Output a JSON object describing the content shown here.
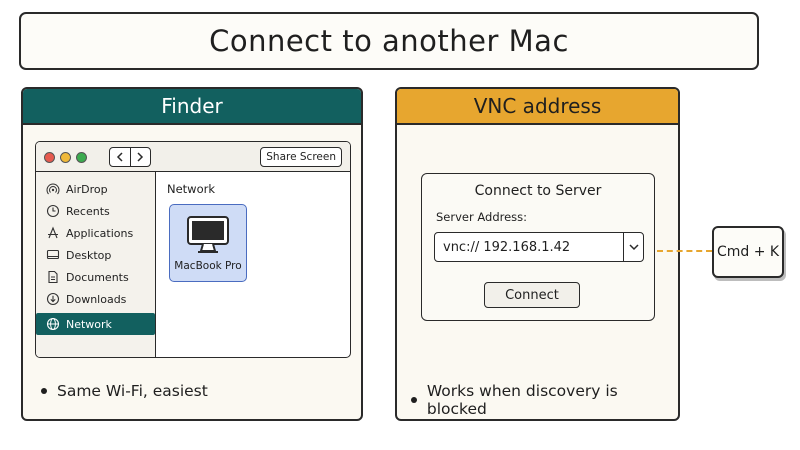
{
  "title": "Connect to another Mac",
  "finder_panel": {
    "heading": "Finder",
    "window": {
      "share_button": "Share Screen",
      "sidebar": [
        {
          "label": "AirDrop",
          "icon": "airdrop-icon"
        },
        {
          "label": "Recents",
          "icon": "clock-icon"
        },
        {
          "label": "Applications",
          "icon": "applications-icon"
        },
        {
          "label": "Desktop",
          "icon": "desktop-icon"
        },
        {
          "label": "Documents",
          "icon": "document-icon"
        },
        {
          "label": "Downloads",
          "icon": "download-icon"
        },
        {
          "label": "Network",
          "icon": "globe-icon",
          "selected": true
        }
      ],
      "content_title": "Network",
      "device_label": "MacBook Pro"
    },
    "bullet": "Same Wi-Fi, easiest"
  },
  "vnc_panel": {
    "heading": "VNC address",
    "dialog": {
      "title": "Connect to Server",
      "address_label": "Server Address:",
      "address_value": "vnc:// 192.168.1.42",
      "connect_button": "Connect"
    },
    "bullet": "Works when discovery is blocked"
  },
  "shortcut_key": "Cmd + K",
  "colors": {
    "finder_header": "#12605f",
    "vnc_header": "#e7a62f",
    "selected_sidebar": "#12605f",
    "device_tile": "#cfdcf6",
    "connector": "#e7a62f"
  }
}
